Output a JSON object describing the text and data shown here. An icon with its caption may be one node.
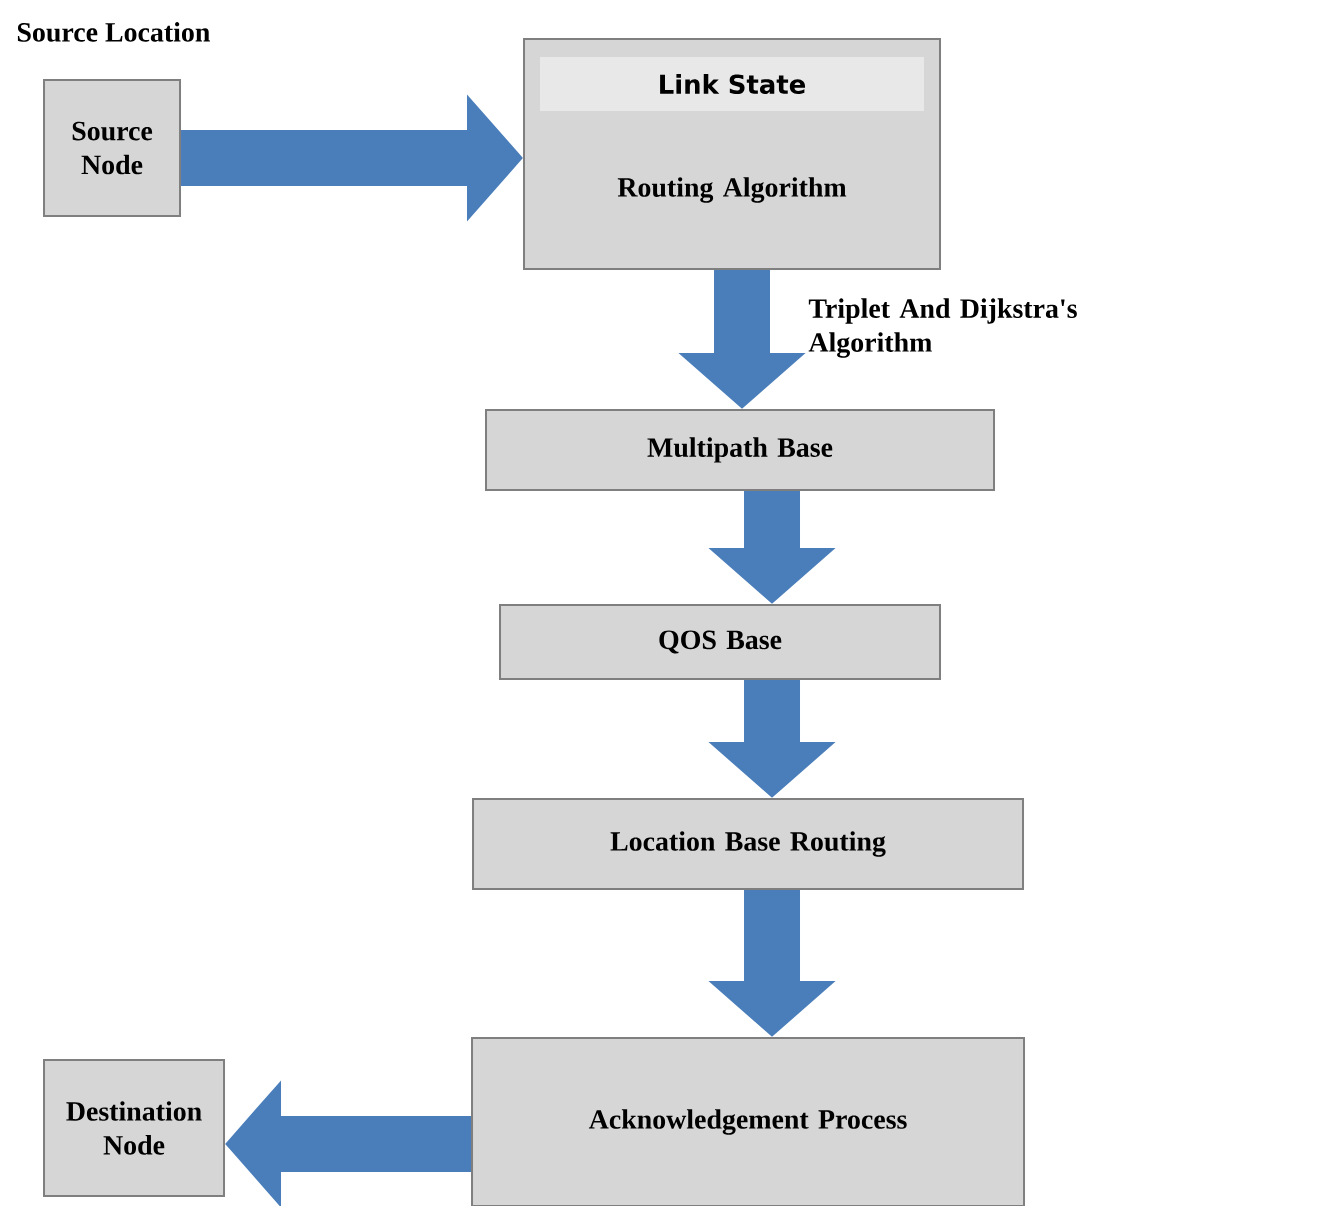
{
  "diagram": {
    "nodes": [
      {
        "text": [
          "Source Location",
          "Source Node"
        ]
      },
      {
        "text": [
          "Link State",
          "Routing Algorithm"
        ]
      },
      {
        "text": [
          "Multipath Base"
        ]
      },
      {
        "text": [
          "QOS Base"
        ]
      },
      {
        "text": [
          "Location Base Routing"
        ]
      },
      {
        "text": [
          "Acknowledgement Process"
        ]
      },
      {
        "text": [
          "Destination Node"
        ]
      }
    ],
    "edges": [
      {
        "from": 0,
        "to": 1,
        "arrow": "to"
      },
      {
        "from": 1,
        "to": 2,
        "arrow": "to",
        "label": "Triplet And Dijkstra's Algorithm"
      },
      {
        "from": 2,
        "to": 3,
        "arrow": "to"
      },
      {
        "from": 3,
        "to": 4,
        "arrow": "to"
      },
      {
        "from": 4,
        "to": 5,
        "arrow": "to"
      },
      {
        "from": 5,
        "to": 6,
        "arrow": "to"
      }
    ]
  }
}
